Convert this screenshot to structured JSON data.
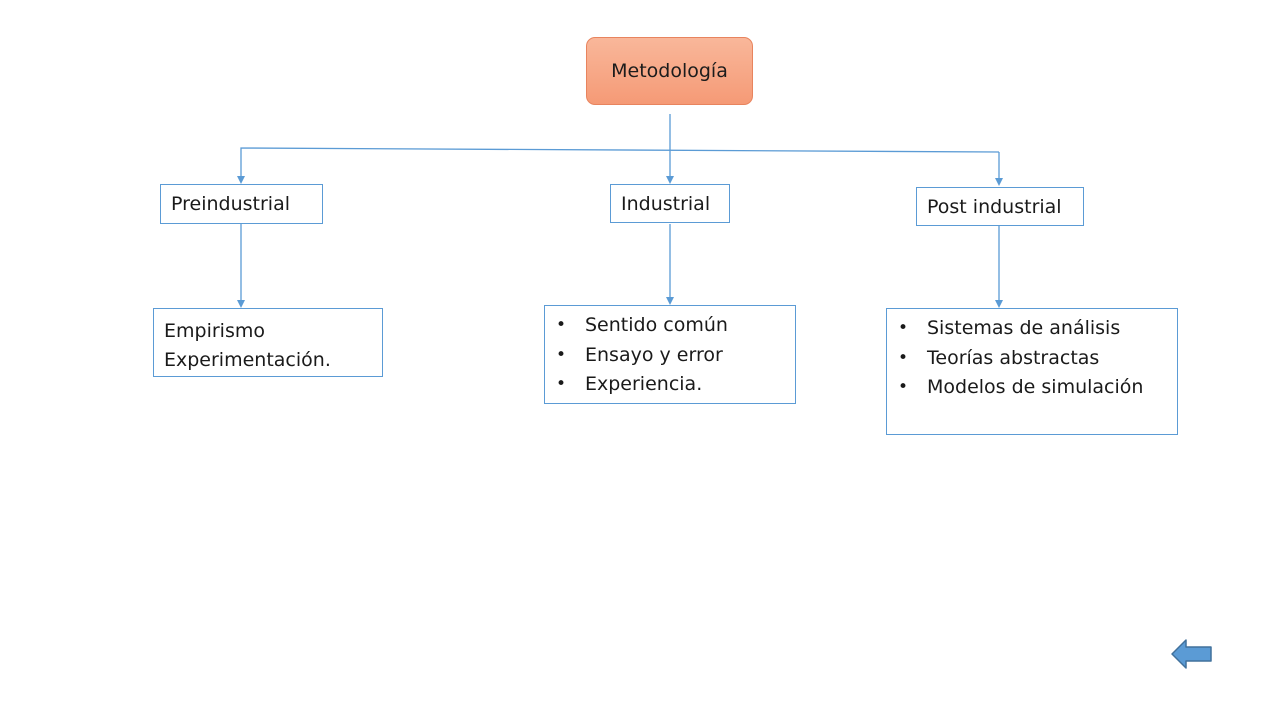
{
  "root": {
    "label": "Metodología"
  },
  "categories": [
    {
      "label": "Preindustrial",
      "items": [
        "Empirismo",
        "Experimentación."
      ],
      "list_style": "plain"
    },
    {
      "label": "Industrial",
      "items": [
        "Sentido común",
        "Ensayo y error",
        "Experiencia."
      ],
      "list_style": "bullets"
    },
    {
      "label": "Post industrial",
      "items": [
        "Sistemas de análisis",
        "Teorías abstractas",
        "Modelos de simulación"
      ],
      "list_style": "bullets"
    }
  ],
  "colors": {
    "connector": "#5b9bd5",
    "root_fill": "#f7a584",
    "root_border": "#e8845e",
    "box_border": "#5b9bd5",
    "nav_button": "#5b9bd5"
  },
  "icons": {
    "back": "left-arrow-icon"
  }
}
